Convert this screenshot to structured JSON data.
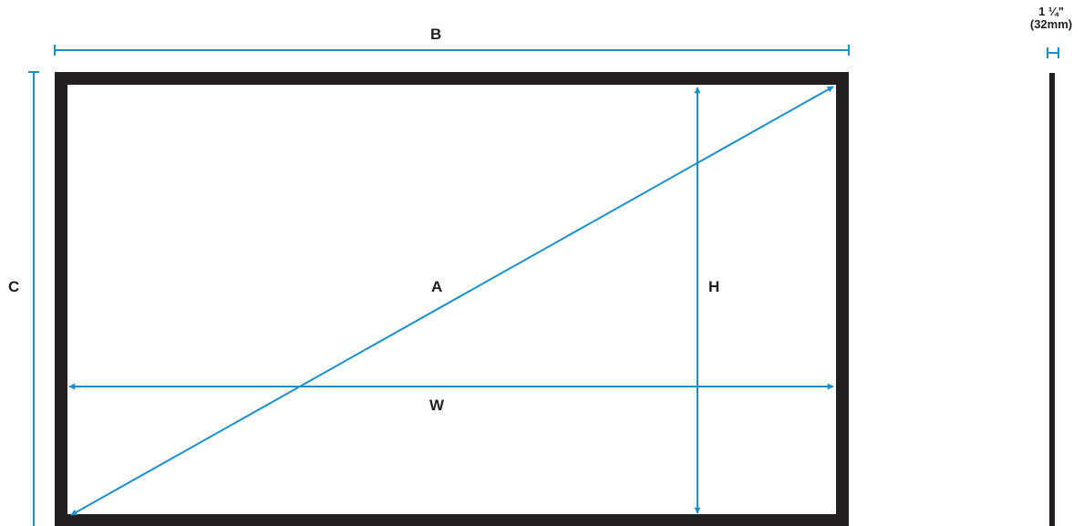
{
  "labels": {
    "width_outer": "B",
    "height_outer": "C",
    "diagonal": "A",
    "height_viewable": "H",
    "width_viewable": "W",
    "depth_imperial": "1 ¼\"",
    "depth_metric": "(32mm)"
  },
  "colors": {
    "accent": "#1A8FC9",
    "frame": "#231F20",
    "text": "#1F1F1F",
    "background": "#FFFFFF"
  }
}
